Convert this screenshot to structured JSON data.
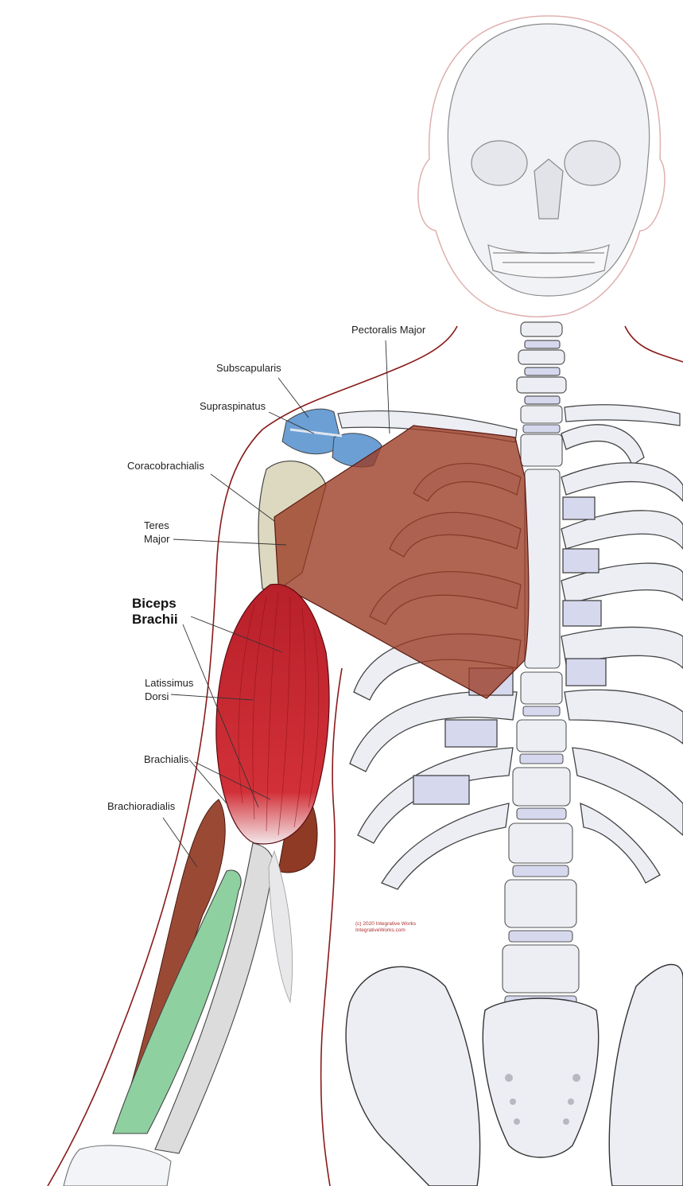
{
  "labels": {
    "pectoralis_major": "Pectoralis Major",
    "subscapularis": "Subscapularis",
    "supraspinatus": "Supraspinatus",
    "coracobrachialis": "Coracobrachialis",
    "teres_major_1": "Teres",
    "teres_major_2": "Major",
    "biceps_brachii_1": "Biceps",
    "biceps_brachii_2": "Brachii",
    "latissimus_dorsi_1": "Latissimus",
    "latissimus_dorsi_2": "Dorsi",
    "brachialis": "Brachialis",
    "brachioradialis": "Brachioradialis"
  },
  "copyright": {
    "line1": "(c) 2020 Integrative Works",
    "line2": "IntegrativeWorks.com"
  },
  "colors": {
    "bone": "#eceef4",
    "bone_outline": "#3a3a3a",
    "cartilage": "#d6d8ee",
    "biceps": "#c8252c",
    "pectoralis": "#9a3a22",
    "brachialis": "#8e3a24",
    "rotator_cuff": "#6c9fd4",
    "radius": "#8fd0a0",
    "humerus": "#ddd9c0",
    "skin_outline": "#8a1a1a"
  }
}
